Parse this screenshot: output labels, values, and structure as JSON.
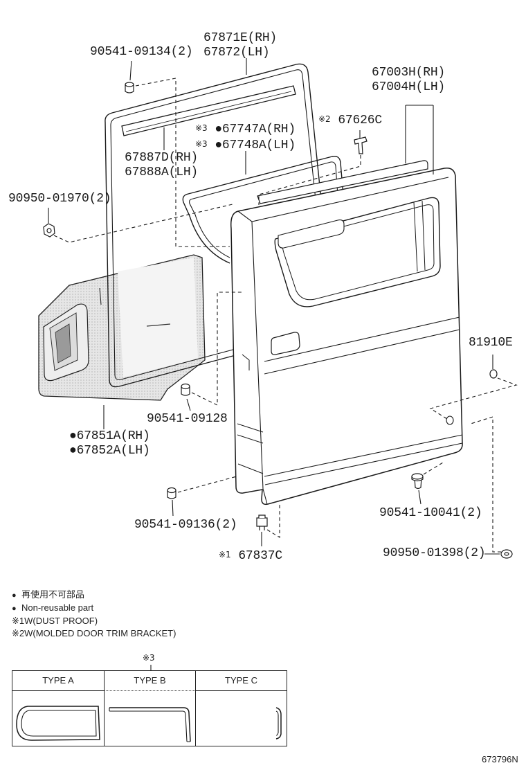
{
  "parts": {
    "weatherstrip": {
      "lines": [
        "67871E(RH)",
        "67872(LH)"
      ]
    },
    "clip_09134": {
      "number": "90541-09134(2)"
    },
    "door_panel": {
      "lines": [
        "67003H(RH)",
        "67004H(LH)"
      ]
    },
    "trim_bracket": {
      "mark": "※2",
      "number": "67626C"
    },
    "molding": {
      "mark": "※3",
      "lines": [
        "●67747A(RH)",
        "●67748A(LH)"
      ]
    },
    "glass_run": {
      "lines": [
        "67887D(RH)",
        "67888A(LH)"
      ]
    },
    "nut_01970": {
      "number": "90950-01970(2)"
    },
    "plug": {
      "number": "81910E"
    },
    "clip_09128": {
      "number": "90541-09128"
    },
    "trim_panel": {
      "lines": [
        "●67851A(RH)",
        "●67852A(LH)"
      ]
    },
    "bolt_10041": {
      "number": "90541-10041(2)"
    },
    "clip_09136": {
      "number": "90541-09136(2)"
    },
    "dust_proof": {
      "mark": "※1",
      "number": "67837C"
    },
    "washer_01398": {
      "number": "90950-01398(2)"
    }
  },
  "legend": [
    {
      "symbol": "●",
      "text": "再使用不可部品"
    },
    {
      "symbol": "●",
      "text": "Non-reusable part"
    },
    {
      "symbol": "※1",
      "text": "W(DUST PROOF)"
    },
    {
      "symbol": "※2",
      "text": "W(MOLDED DOOR TRIM BRACKET)"
    }
  ],
  "type_table": {
    "mark": "※3",
    "types": [
      "TYPE A",
      "TYPE B",
      "TYPE C"
    ]
  },
  "figure_id": "673796N",
  "colors": {
    "ink": "#1a1a1a",
    "panel_fill": "#e6e6e6"
  }
}
